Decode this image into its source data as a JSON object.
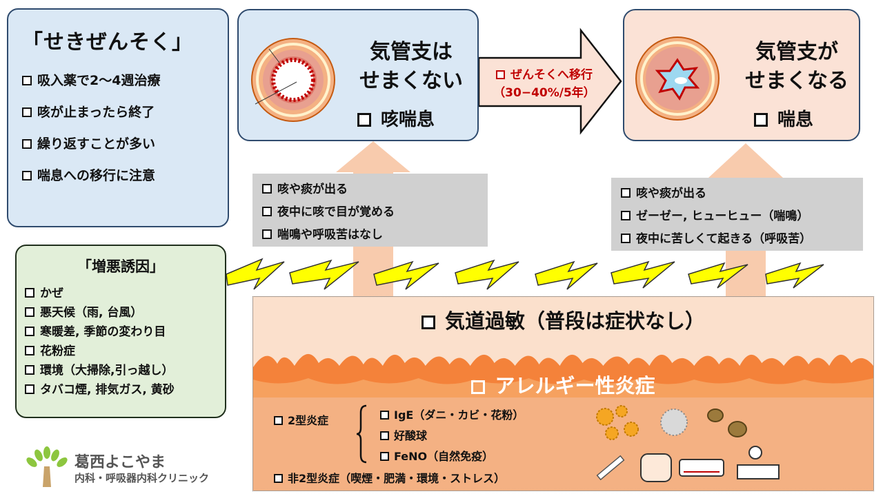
{
  "left_box": {
    "title": "「せきぜんそく」",
    "items": [
      "吸入薬で2～4週治療",
      "咳が止まったら終了",
      "繰り返すことが多い",
      "喘息への移行に注意"
    ]
  },
  "cough_asthma_stage": {
    "title_1": "気管支は",
    "title_2": "せまくない",
    "label": "咳喘息"
  },
  "asthma_stage": {
    "title_1": "気管支が",
    "title_2": "せまくなる",
    "label": "喘息"
  },
  "transition": {
    "line1": "ぜんそくへ移行",
    "line2": "（30−40%/5年）"
  },
  "symptoms_cough_asthma": [
    "咳や痰が出る",
    "夜中に咳で目が覚める",
    "喘鳴や呼吸苦はなし"
  ],
  "symptoms_asthma": [
    "咳や痰が出る",
    "ゼーゼー, ヒューヒュー（喘鳴）",
    "夜中に苦しくて起きる（呼吸苦）"
  ],
  "triggers": {
    "title": "「増悪誘因」",
    "items": [
      "かぜ",
      "悪天候（雨, 台風）",
      "寒暖差, 季節の変わり目",
      "花粉症",
      "環境（大掃除,引っ越し）",
      "タバコ煙, 排気ガス, 黄砂"
    ]
  },
  "base": {
    "hyperresponsiveness": "気道過敏（普段は症状なし）",
    "allergy": "アレルギー性炎症",
    "type2": "2型炎症",
    "type2_items": [
      "IgE（ダニ・カビ・花粉）",
      "好酸球",
      "FeNO（自然免疫）"
    ],
    "non_type2": "非2型炎症（喫煙・肥満・環境・ストレス）"
  },
  "logo": {
    "name": "葛西よこやま",
    "sub": "内科・呼吸器内科クリニック"
  },
  "colors": {
    "blue_box": "#dae8f5",
    "pink_box": "#fbe2d6",
    "green_box": "#e2efd9",
    "arrow_fill": "#f8cbad",
    "lightning": "#ffff00",
    "fire": "#f4823a",
    "transition_text": "#c00000"
  }
}
